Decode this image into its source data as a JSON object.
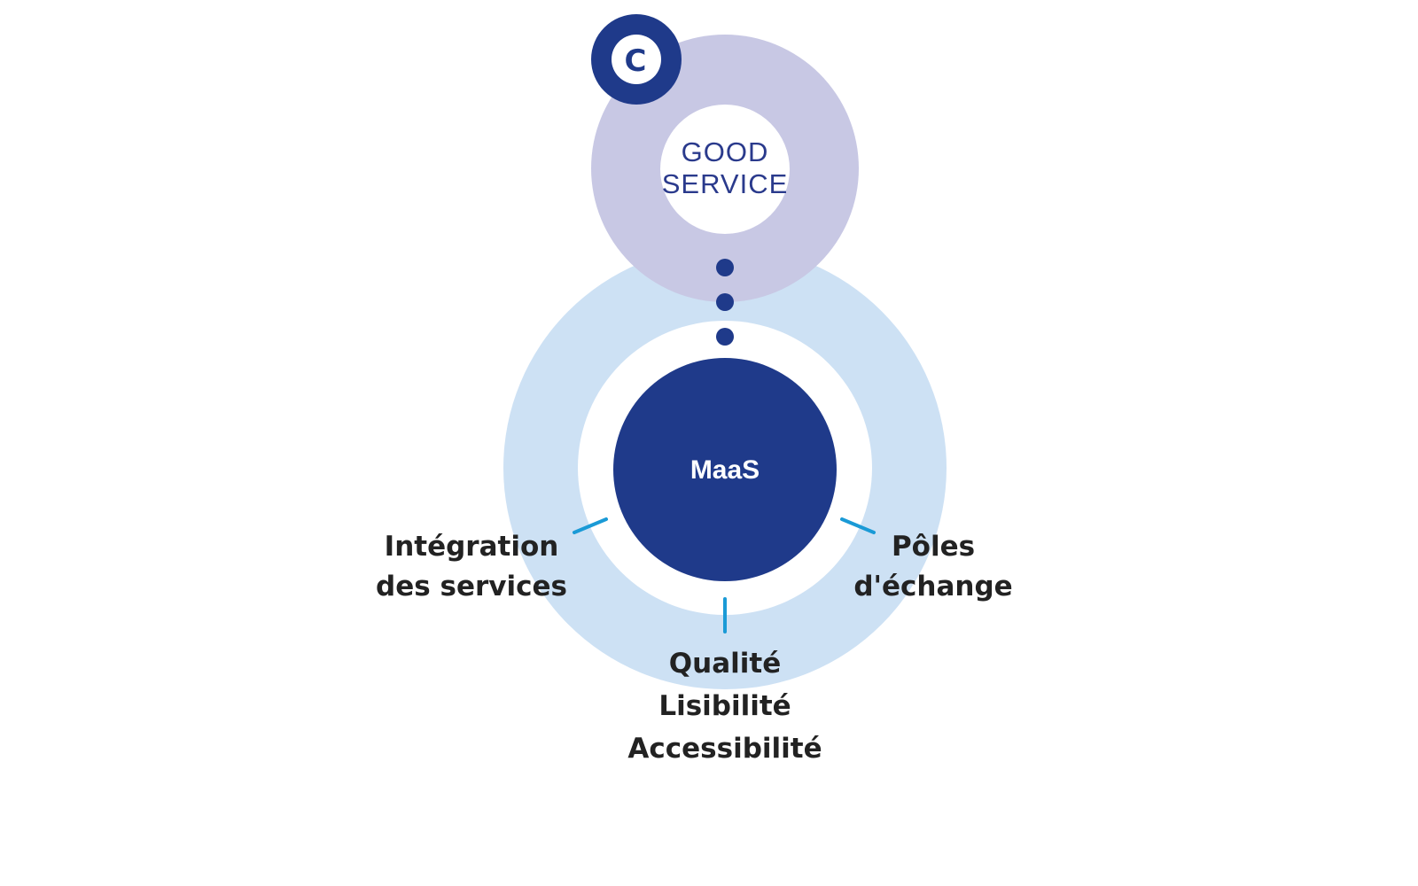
{
  "colors": {
    "dark_blue": "#1f3a8a",
    "light_blue": "#cde1f4",
    "lavender": "#c8c8e4",
    "tick": "#1a9ad6",
    "text": "#222222"
  },
  "badge": {
    "letter": "C"
  },
  "top_circle": {
    "line1": "GOOD",
    "line2": "SERVICE"
  },
  "center": {
    "label": "MaaS"
  },
  "labels": {
    "left": {
      "line1": "Intégration",
      "line2": "des services"
    },
    "right": {
      "line1": "Pôles",
      "line2": "d'échange"
    },
    "bottom": {
      "line1": "Qualité",
      "line2": "Lisibilité",
      "line3": "Accessibilité"
    }
  }
}
